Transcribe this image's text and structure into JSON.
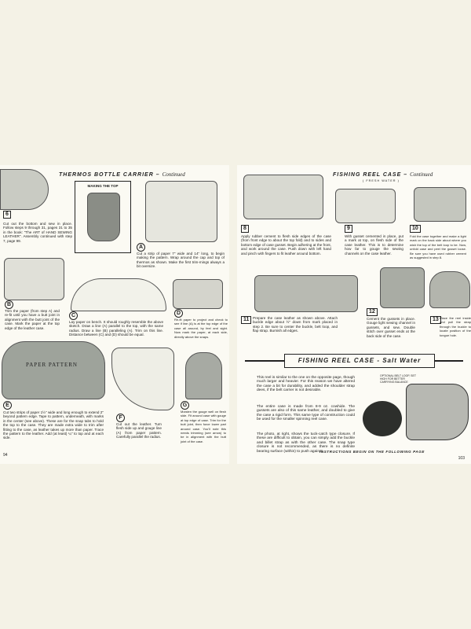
{
  "left_page": {
    "title": "THERMOS BOTTLE CARRIER",
    "title_suffix": "Continued",
    "page_number": "94",
    "top_box_label": "MAKING THE TOP",
    "steps": [
      {
        "label": "6",
        "text": "Cut out the bottom and sew in place. Follow steps 9 through 31, pages 31 to 35 in the book: \"The ART of HAND SEWING LEATHER\". Assembly continued with step 7, page 99."
      },
      {
        "label": "A",
        "text": "Cut a strip of paper 7\" wide and 14\" long, to begin making the pattern. Wrap around the cap and top of thermos as shown. Make the first trim-mings always a bit oversize."
      },
      {
        "label": "B",
        "text": "Trim the paper (from step A) and re-fit until you have a butt joint in alignment with the butt joint of the case. Mark the paper at the top edge of the leather case."
      },
      {
        "label": "C",
        "text": "Lay paper on bench. It should roughly resemble the above sketch. Draw a line (A) parallel to the top, with the same radius. Draw a line (B) paralleling (A). Trim on this line. Distance between (C) and (D) should be equal."
      },
      {
        "label": "D",
        "text": "Re-fit paper to project and check to see if line (A) is at the top edge of the case all around, by feel and sight. Now mark the paper, at each side, directly above the snaps."
      },
      {
        "label": "E",
        "text": "Cut two strips of paper 1½\" wide and long enough to extend 2\" beyond pattern edge. Tape to pattern, underneath, with marks in the center (see above). These are for the snap tabs to hold the top to the case. They are made extra wide to trim after fitting to the case, as leather takes up more than paper. Trace the pattern to the leather. Add (at least) ¼\" to top and at each side."
      },
      {
        "label": "F",
        "text": "Cut out the leather. Turn flesh side up and gouge line (A) from paper pattern. Carefully parallel the radius."
      },
      {
        "label": "G",
        "text": "Moisten the gouge well on flesh side. Fit around case with gouge at top edge of case. Trim for the butt joint, then force lower part around case. You'll note this needs trimming (see arrow) to be in alignment with the butt joint of the case."
      }
    ],
    "pattern_label": "PAPER PATTERN"
  },
  "right_page": {
    "title": "FISHING REEL CASE",
    "title_suffix": "Continued",
    "subtitle": "( FRESH WATER )",
    "page_number": "103",
    "steps": [
      {
        "label": "8",
        "text": "Apply rubber cement to flesh side edges of the case (from front edge to about the top fold) and to sides and bottom edge of case gusset. Begin adhering at the front, and work around the case. Push down with left hand and pinch with fingers to fit leather around bottom."
      },
      {
        "label": "9",
        "text": "With gusset cemented in place, put a mark at top, on flesh side of the case leather. This is to determine how far to gouge the sewing channels on the case leather."
      },
      {
        "label": "10",
        "text": "Fold the case together and make a light mark on the back side about where you wish the top of the belt loop to be. Now, unfold case and peel the gusset loose. Be sure you have used rubber cement as suggested in step 8."
      },
      {
        "label": "11",
        "text": "Prepare the case leather as shown above. Attach buckle edge about ½\" down from mark placed in step 2. Be sure to center the buckle, belt loop, and flap strap. Burnish all edges."
      },
      {
        "label": "12",
        "text": "Cement the gussets in place. Gouge light sewing channel in gussets, and sew. Double stitch over gusset ends at the back side of the case."
      },
      {
        "label": "13",
        "text": "Place the reel inside and pull the strap through the buckle to locate position of the tongue hole."
      }
    ],
    "section_title": "FISHING REEL CASE - Salt Water",
    "paragraphs": [
      "This reel is similar to the one on the opposite page, though much larger and heavier. For this reason we have altered the case a bit for durability, and added the shoulder strap dees, if the belt carrier is not desirable.",
      "The entire case is made from 8-9 oz. cowhide. The gussets are also of this same leather, and doubled to give the case a rigid form. This same type of construction could be used for the smaller spinning reel case.",
      "The photo, at right, shows the tuck-catch type closure. If these are difficult to obtain, you can simply add the buckle and billet strap as with the other case. The snap type closure is not recommended, as there is no definite bearing surface (within) to push against."
    ],
    "photo_caption": "OPTIONAL BELT LOOP, SET HIGH FOR BETTER CARRYING BALANCE",
    "footer_note": "INSTRUCTIONS BEGIN ON THE FOLLOWING PAGE"
  }
}
